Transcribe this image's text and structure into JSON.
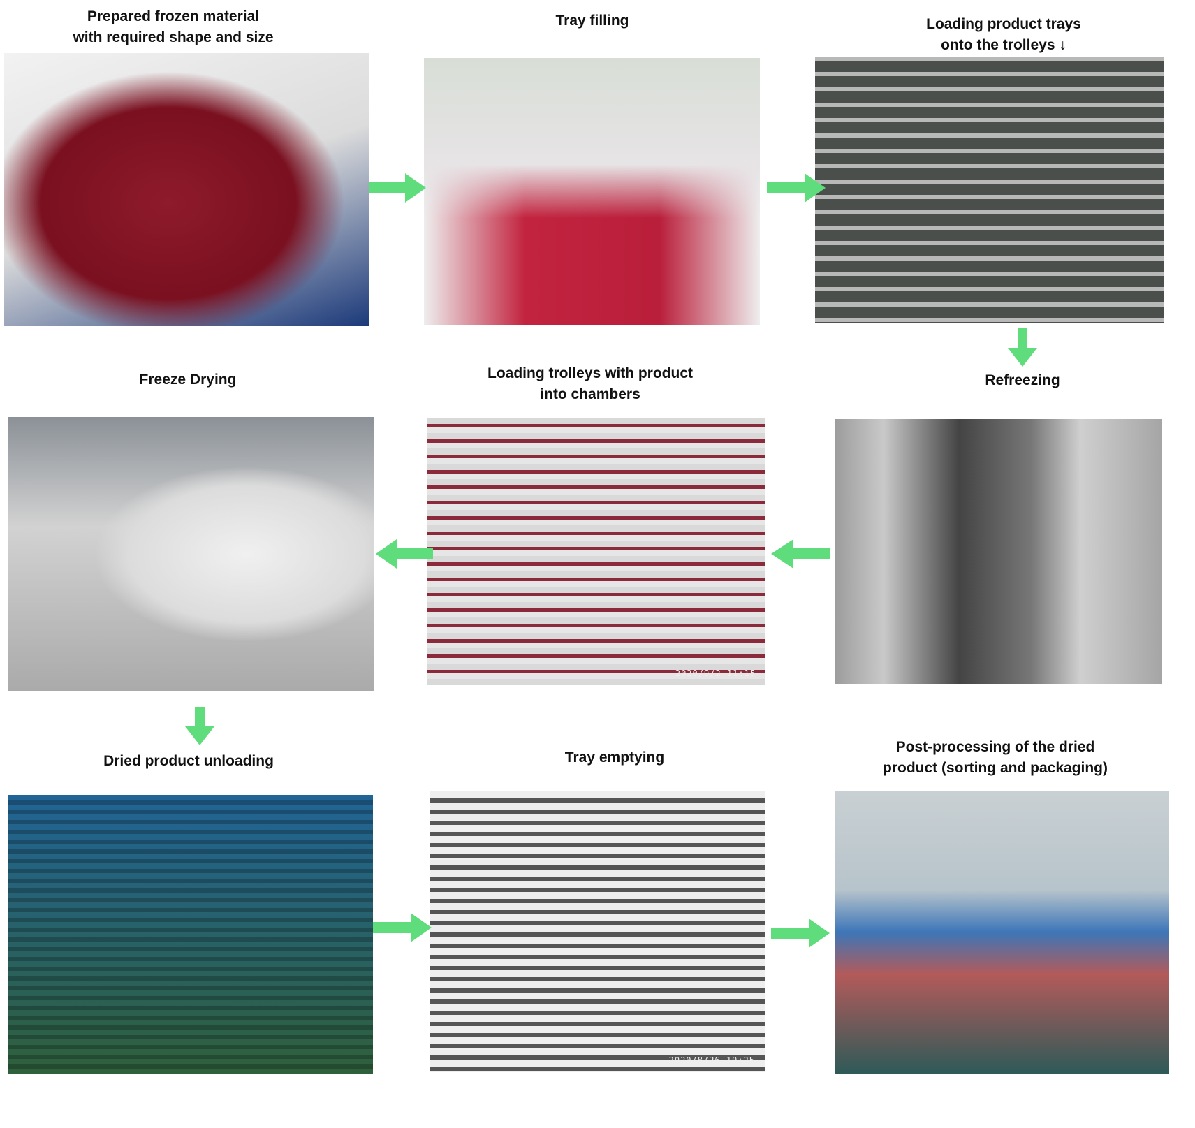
{
  "steps": [
    {
      "label_line1": "Prepared frozen material",
      "label_line2": "with required shape and size"
    },
    {
      "label_line1": "Tray filling",
      "label_line2": ""
    },
    {
      "label_line1": "Loading product trays",
      "label_line2": "onto the trolleys ↓"
    },
    {
      "label_line1": "Refreezing",
      "label_line2": ""
    },
    {
      "label_line1": "Loading trolleys with product",
      "label_line2": "into chambers",
      "timestamp": "2020/9/2  11:15"
    },
    {
      "label_line1": "Freeze Drying",
      "label_line2": ""
    },
    {
      "label_line1": "Dried product unloading",
      "label_line2": ""
    },
    {
      "label_line1": "Tray emptying",
      "label_line2": "",
      "timestamp": "2020/8/26  19:25"
    },
    {
      "label_line1": "Post-processing of the dried",
      "label_line2": "product (sorting and packaging)"
    }
  ],
  "colors": {
    "arrow": "#5fdc7c"
  }
}
